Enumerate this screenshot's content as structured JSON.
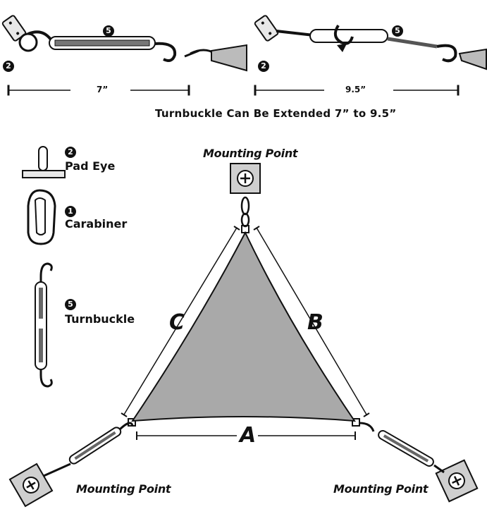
{
  "caption": "Turnbuckle Can Be Extended 7” to 9.5”",
  "top_left": {
    "length": "7”",
    "badge_pad": "2",
    "badge_turn": "5"
  },
  "top_right": {
    "length": "9.5”",
    "badge_pad": "2",
    "badge_turn": "5"
  },
  "legend": [
    {
      "num": "2",
      "label": "Pad Eye",
      "icon": "pad-eye-icon"
    },
    {
      "num": "1",
      "label": "Carabiner",
      "icon": "carabiner-icon"
    },
    {
      "num": "5",
      "label": "Turnbuckle",
      "icon": "turnbuckle-icon"
    }
  ],
  "mounting": {
    "top": "Mounting Point",
    "left": "Mounting Point",
    "right": "Mounting Point"
  },
  "sides": {
    "a": "A",
    "b": "B",
    "c": "C"
  },
  "colors": {
    "sail": "#a9a9a9",
    "box": "#cfcfcf",
    "ink": "#111111"
  }
}
